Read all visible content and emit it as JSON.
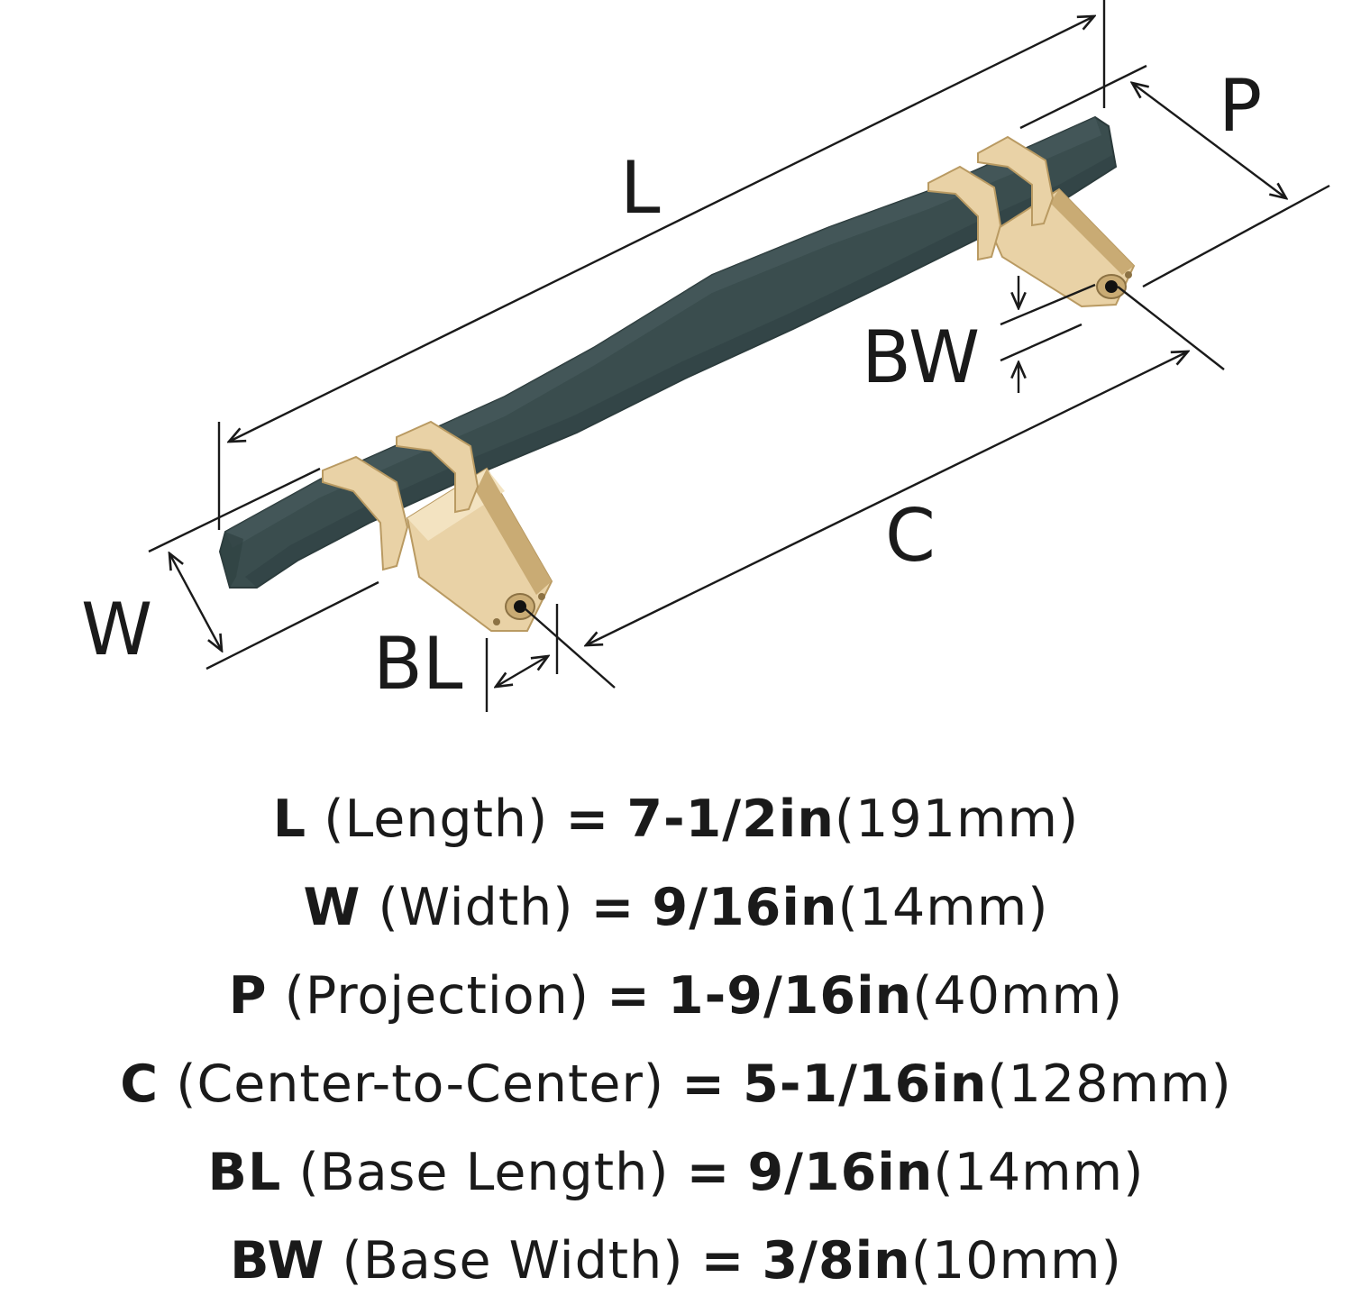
{
  "labels": {
    "L": "L",
    "P": "P",
    "BW": "BW",
    "C": "C",
    "W": "W",
    "BL": "BL"
  },
  "colors": {
    "handle": "#3a4d4e",
    "handle_dark": "#2f4142",
    "handle_light": "#4a5f60",
    "brass": "#e9d2a6",
    "brass_dark": "#c9ab74",
    "brass_light": "#f3e3c1",
    "line": "#1a1a1a"
  },
  "specs": [
    {
      "key": "L",
      "name": "(Length)",
      "eq": "=",
      "imperial": "7-1/2in",
      "metric": "(191mm)"
    },
    {
      "key": "W",
      "name": "(Width)",
      "eq": "=",
      "imperial": "9/16in",
      "metric": "(14mm)"
    },
    {
      "key": "P",
      "name": "(Projection)",
      "eq": "=",
      "imperial": "1-9/16in",
      "metric": "(40mm)"
    },
    {
      "key": "C",
      "name": "(Center-to-Center)",
      "eq": "=",
      "imperial": "5-1/16in",
      "metric": "(128mm)"
    },
    {
      "key": "BL",
      "name": "(Base Length)",
      "eq": "=",
      "imperial": "9/16in",
      "metric": "(14mm)"
    },
    {
      "key": "BW",
      "name": "(Base Width)",
      "eq": "=",
      "imperial": "3/8in",
      "metric": "(10mm)"
    }
  ]
}
